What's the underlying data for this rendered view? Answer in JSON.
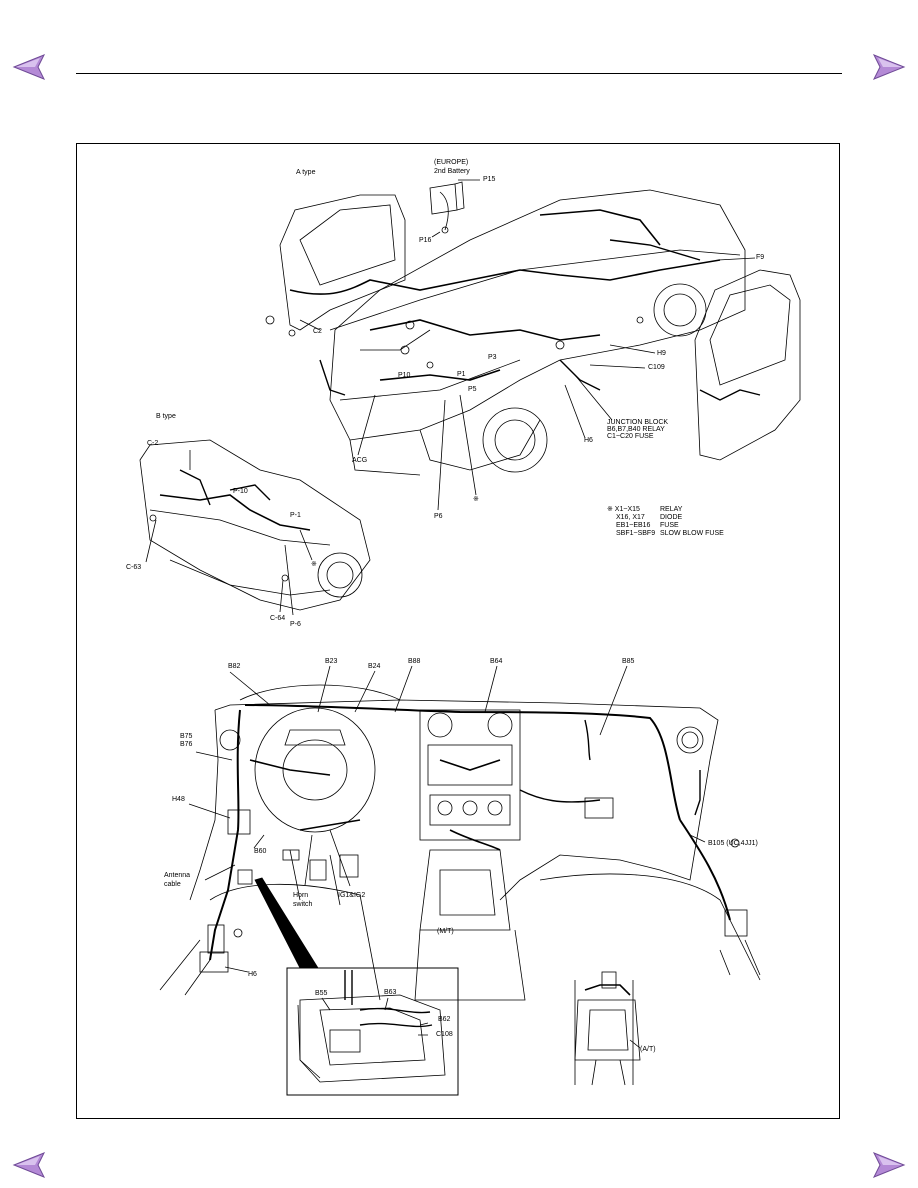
{
  "nav": {
    "prev_icon": "left-arrow-icon",
    "next_icon": "right-arrow-icon",
    "color": "#9b6fc0"
  },
  "top_view": {
    "a_type": "A type",
    "europe": "(EUROPE)",
    "battery2": "2nd Battery",
    "p15": "P15",
    "p16": "P16",
    "f9": "F9",
    "c2": "C2",
    "h9": "H9",
    "c109": "C109",
    "p3": "P3",
    "p1": "P1",
    "p5": "P5",
    "p10": "P10",
    "acg": "ACG",
    "h6": "H6",
    "p6": "P6",
    "mark": "※",
    "junction_block": "JUNCTION BLOCK",
    "junction_relay": "B6,B7,B40 RELAY",
    "junction_fuse": "C1~C20 FUSE"
  },
  "legend": {
    "rows": [
      {
        "code": "※ X1~X15",
        "desc": "RELAY"
      },
      {
        "code": "X16, X17",
        "desc": "DIODE"
      },
      {
        "code": "EB1~EB16",
        "desc": "FUSE"
      },
      {
        "code": "SBF1~SBF9",
        "desc": "SLOW BLOW FUSE"
      }
    ]
  },
  "b_type": {
    "title": "B type",
    "c2": "C-2",
    "p10": "P-10",
    "p1": "P-1",
    "mark": "※",
    "c63": "C-63",
    "c64": "C-64",
    "p6": "P-6"
  },
  "dash": {
    "b82": "B82",
    "b23": "B23",
    "b24": "B24",
    "b88": "B88",
    "b64": "B64",
    "b85": "B85",
    "b75": "B75",
    "b76": "B76",
    "h48": "H48",
    "b60": "B60",
    "antenna": "Antenna",
    "cable": "cable",
    "horn": "Horn",
    "switch": "switch",
    "ig": "IG1&IG2",
    "b105": "B105 (UC,4JJ1)",
    "mt": "(M/T)",
    "h6": "H6"
  },
  "inset": {
    "b55": "B55",
    "b63": "B63",
    "b62": "B62",
    "c108": "C108"
  },
  "at_inset": {
    "at": "(A/T)"
  }
}
